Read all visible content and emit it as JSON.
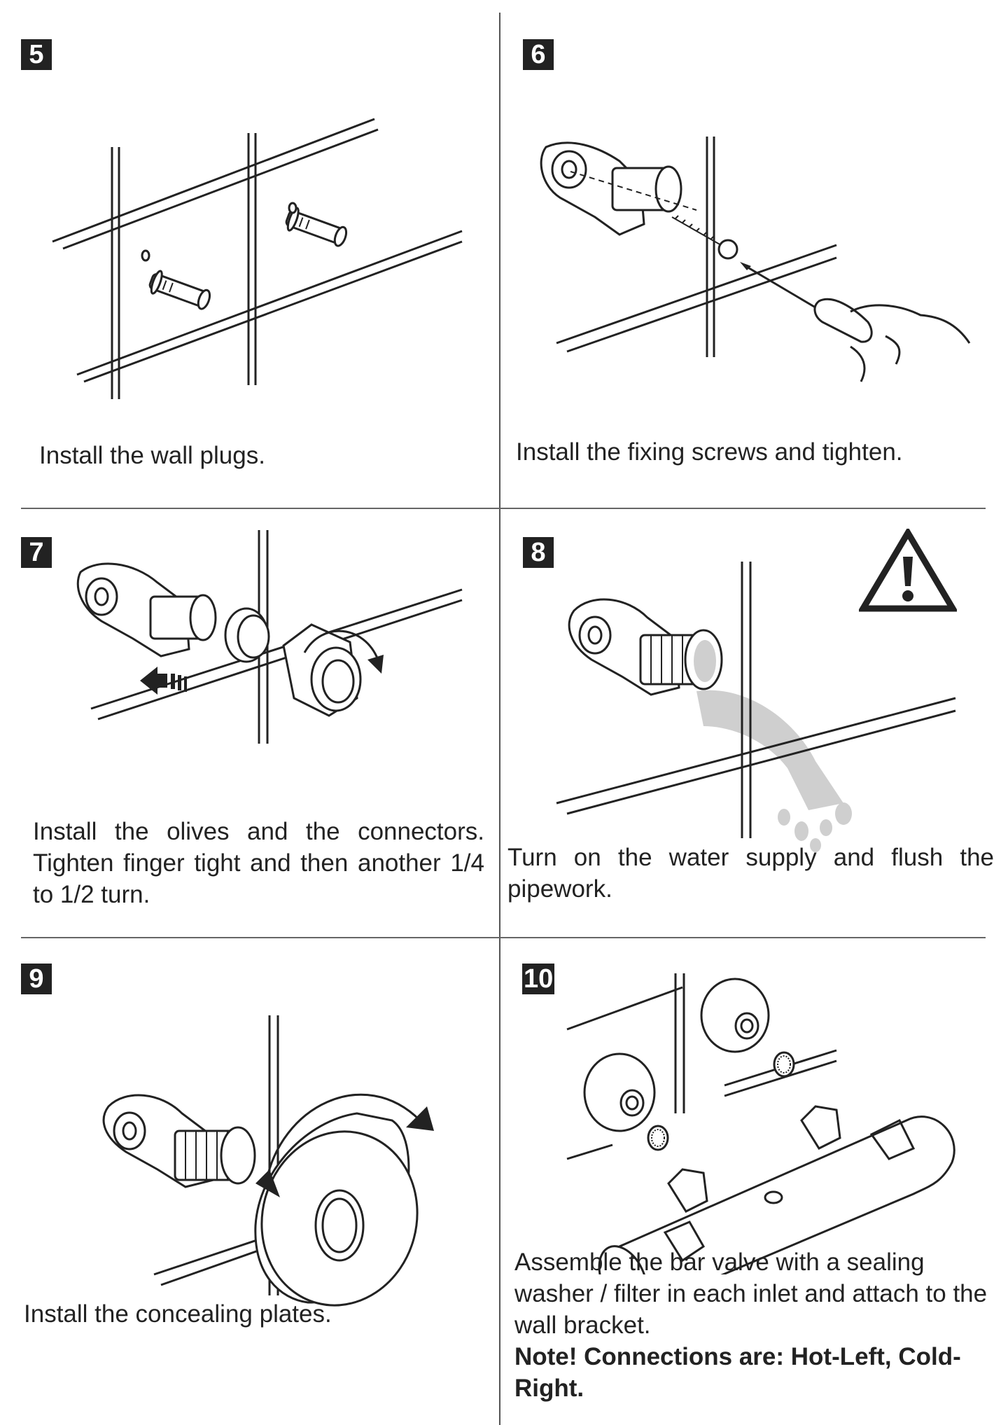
{
  "steps": [
    {
      "number": "5",
      "caption": "Install the wall plugs."
    },
    {
      "number": "6",
      "caption": "Install the fixing screws and tighten."
    },
    {
      "number": "7",
      "caption": "Install the olives and the connectors. Tighten finger tight and then another 1/4 to 1/2 turn."
    },
    {
      "number": "8",
      "caption": "Turn on the water supply and flush the pipework."
    },
    {
      "number": "9",
      "caption": "Install the concealing plates."
    },
    {
      "number": "10",
      "caption": "Assemble the bar valve with a sealing washer / filter in each inlet and attach to the wall bracket.",
      "note": "Note! Connections are: Hot-Left, Cold- Right."
    }
  ],
  "icons": {
    "warning": "warning-triangle-icon"
  }
}
